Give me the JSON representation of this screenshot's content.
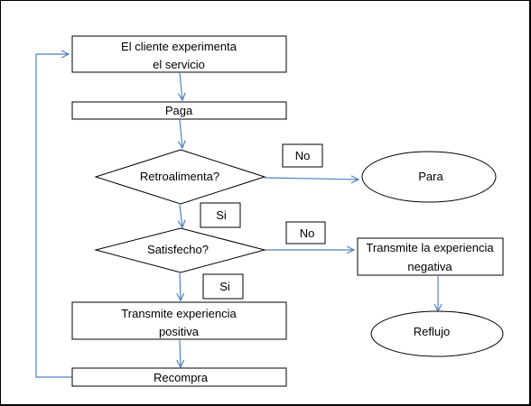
{
  "colors": {
    "stroke": "#000000",
    "arrow": "#4f81bd",
    "fill": "#ffffff"
  },
  "nodes": {
    "experience_line1": "El cliente experimenta",
    "experience_line2": "el servicio",
    "pay": "Paga",
    "feedback_decision": "Retroalimenta?",
    "stop": "Para",
    "satisfied_decision": "Satisfecho?",
    "negative_line1": "Transmite la experiencia",
    "negative_line2": "negativa",
    "reflux": "Reflujo",
    "positive_line1": "Transmite experiencia",
    "positive_line2": "positiva",
    "repurchase": "Recompra"
  },
  "labels": {
    "no_feedback": "No",
    "yes_feedback": "Si",
    "no_satisfied": "No",
    "yes_satisfied": "Si"
  }
}
